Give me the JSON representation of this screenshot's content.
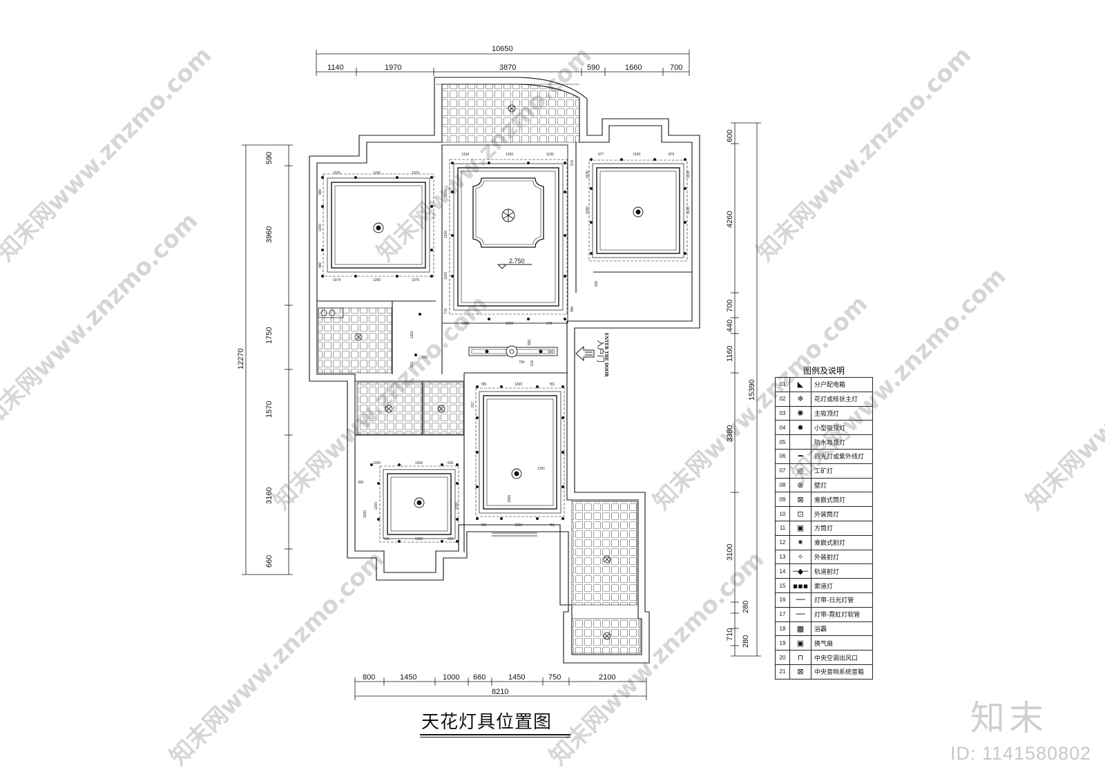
{
  "drawing": {
    "title": "天花灯具位置图",
    "ceiling_height_mark": "2.750",
    "entrance_label_cn": "入户门",
    "entrance_label_en": "ENTER THE DOOR"
  },
  "dimensions": {
    "top_total": "10650",
    "top_segments": [
      "1140",
      "1970",
      "3870",
      "590",
      "1660",
      "700"
    ],
    "bottom_segments": [
      "800",
      "1450",
      "1000",
      "660",
      "1450",
      "750",
      "2100"
    ],
    "bottom_total": "8210",
    "left_total": "12270",
    "left_segments": [
      "590",
      "3960",
      "1750",
      "1570",
      "3160",
      "660"
    ],
    "right_total": "15390",
    "right_segments": [
      "600",
      "4260",
      "700",
      "440",
      "1160",
      "3380",
      "3100",
      "280",
      "710",
      "280"
    ]
  },
  "room_annotations": {
    "master_bedroom": [
      "1075",
      "1200",
      "1076",
      "980",
      "1200",
      "980",
      "1074",
      "1200",
      "1076"
    ],
    "living_room": [
      "1334",
      "1200",
      "1183",
      "1334",
      "1200",
      "978",
      "1200",
      "1200",
      "1200",
      "770",
      "570",
      "590"
    ],
    "right_bedroom": [
      "977",
      "1200",
      "879",
      "1130",
      "1200",
      "1130",
      "1130",
      "530"
    ],
    "hall": [
      "1201",
      "501",
      "532",
      "550",
      "704",
      "610",
      "500"
    ],
    "dining": [
      "780",
      "1200",
      "781",
      "917",
      "1391",
      "1555",
      "780",
      "1200",
      "781"
    ],
    "small_bedroom": [
      "1200",
      "1200",
      "605",
      "300",
      "1200",
      "2030",
      "1200",
      "605",
      "1200",
      "605"
    ]
  },
  "legend": {
    "title": "图例及说明",
    "items": [
      {
        "no": "01",
        "symbol": "electric-box-icon",
        "glyph": "◣",
        "desc": "分户配电箱"
      },
      {
        "no": "02",
        "symbol": "chandelier-icon",
        "glyph": "❄",
        "desc": "花灯或枝状主灯"
      },
      {
        "no": "03",
        "symbol": "main-ceiling-light-icon",
        "glyph": "✺",
        "desc": "主吸顶灯"
      },
      {
        "no": "04",
        "symbol": "small-ceiling-light-icon",
        "glyph": "✹",
        "desc": "小型吸顶灯"
      },
      {
        "no": "05",
        "symbol": "",
        "glyph": "",
        "desc": "防水吸顶灯"
      },
      {
        "no": "06",
        "symbol": "fluorescent-light-icon",
        "glyph": "━",
        "desc": "日光灯或紫外线灯"
      },
      {
        "no": "07",
        "symbol": "industrial-light-icon",
        "glyph": "◎",
        "desc": "工矿灯"
      },
      {
        "no": "08",
        "symbol": "wall-light-icon",
        "glyph": "⊗",
        "desc": "壁灯"
      },
      {
        "no": "09",
        "symbol": "recessed-downlight-icon",
        "glyph": "⊠",
        "desc": "龛嵌式筒灯"
      },
      {
        "no": "10",
        "symbol": "surface-downlight-icon",
        "glyph": "⊡",
        "desc": "外装筒灯"
      },
      {
        "no": "11",
        "symbol": "square-downlight-icon",
        "glyph": "▣",
        "desc": "方筒灯"
      },
      {
        "no": "12",
        "symbol": "recessed-spotlight-icon",
        "glyph": "✷",
        "desc": "龛嵌式射灯"
      },
      {
        "no": "13",
        "symbol": "surface-spotlight-icon",
        "glyph": "✧",
        "desc": "外装射灯"
      },
      {
        "no": "14",
        "symbol": "track-spotlight-icon",
        "glyph": "─◆─",
        "desc": "轨道射灯"
      },
      {
        "no": "15",
        "symbol": "cable-light-icon",
        "glyph": "▪▪▪",
        "desc": "索道灯"
      },
      {
        "no": "16",
        "symbol": "light-strip-fluorescent-icon",
        "glyph": "──",
        "desc": "灯带-日光灯管"
      },
      {
        "no": "17",
        "symbol": "light-strip-neon-icon",
        "glyph": "──",
        "desc": "灯带-霓虹灯软管"
      },
      {
        "no": "18",
        "symbol": "bath-heater-icon",
        "glyph": "▩",
        "desc": "浴霸"
      },
      {
        "no": "19",
        "symbol": "exhaust-fan-icon",
        "glyph": "▣",
        "desc": "换气扇"
      },
      {
        "no": "20",
        "symbol": "ac-outlet-icon",
        "glyph": "⊓",
        "desc": "中央空调出风口"
      },
      {
        "no": "21",
        "symbol": "speaker-icon",
        "glyph": "⊠",
        "desc": "中央音响系统音箱"
      }
    ]
  },
  "watermark": {
    "site": "知末网www.znzmo.com",
    "brand": "知末",
    "image_id": "ID: 1141580802"
  }
}
